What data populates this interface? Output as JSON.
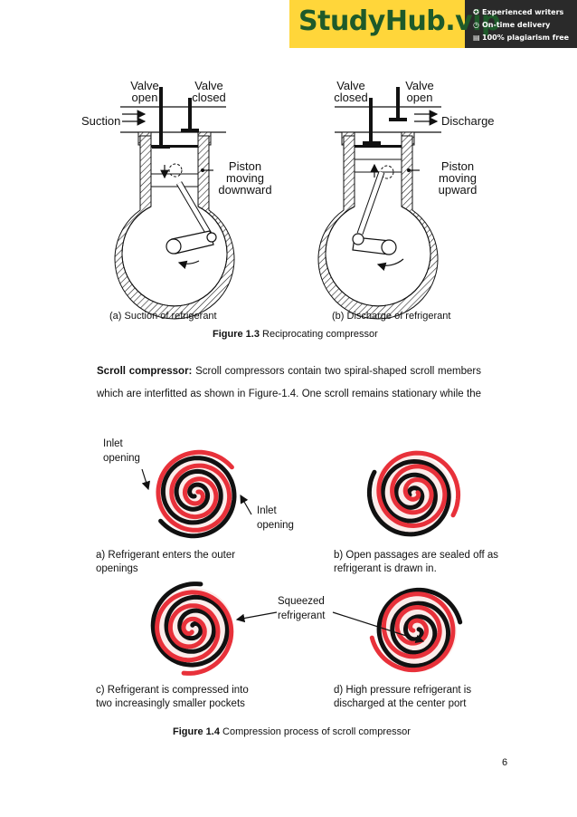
{
  "banner": {
    "brand": "StudyHub.vip",
    "perks": [
      "Experienced writers",
      "On-time delivery",
      "100% plagiarism free"
    ],
    "colors": {
      "brand_bg": "#ffd63a",
      "brand_text": "#1e5a2a",
      "panel_bg": "#2a2a2a"
    },
    "icons": [
      "star-icon",
      "clock-icon",
      "document-check-icon"
    ]
  },
  "fig13": {
    "left": {
      "valve_open": [
        "Valve",
        "open"
      ],
      "valve_closed": [
        "Valve",
        "closed"
      ],
      "suction": "Suction",
      "piston": [
        "Piston",
        "moving",
        "downward"
      ],
      "caption": "(a) Suction of refrigerant"
    },
    "right": {
      "valve_closed": [
        "Valve",
        "closed"
      ],
      "valve_open": [
        "Valve",
        "open"
      ],
      "discharge": "Discharge",
      "piston": [
        "Piston",
        "moving",
        "upward"
      ],
      "caption": "(b) Discharge of refrigerant"
    },
    "figure_label": "Figure 1.3",
    "figure_title": " Reciprocating compressor"
  },
  "paragraph": {
    "lead": "Scroll compressor:",
    "line1": " Scroll compressors contain two spiral-shaped scroll members",
    "line2": "which are interfitted as shown in Figure-1.4. One scroll remains stationary while the"
  },
  "fig14": {
    "inlet_a": [
      "Inlet",
      "opening"
    ],
    "inlet_b": [
      "Inlet",
      "opening"
    ],
    "squeezed": [
      "Squeezed",
      "refrigerant"
    ],
    "captions": {
      "a": [
        "a) Refrigerant enters the outer",
        "openings"
      ],
      "b": [
        "b) Open passages are sealed off as",
        "refrigerant is drawn in."
      ],
      "c": [
        "c) Refrigerant is compressed into",
        "two increasingly smaller pockets"
      ],
      "d": [
        "d) High pressure refrigerant is",
        "discharged at the center port"
      ]
    },
    "figure_label": "Figure 1.4",
    "figure_title": " Compression process of scroll compressor",
    "colors": {
      "moving_scroll": "#e8313a",
      "fixed_scroll": "#111111",
      "pocket": "#f7c9c4"
    }
  },
  "page_number": "6"
}
